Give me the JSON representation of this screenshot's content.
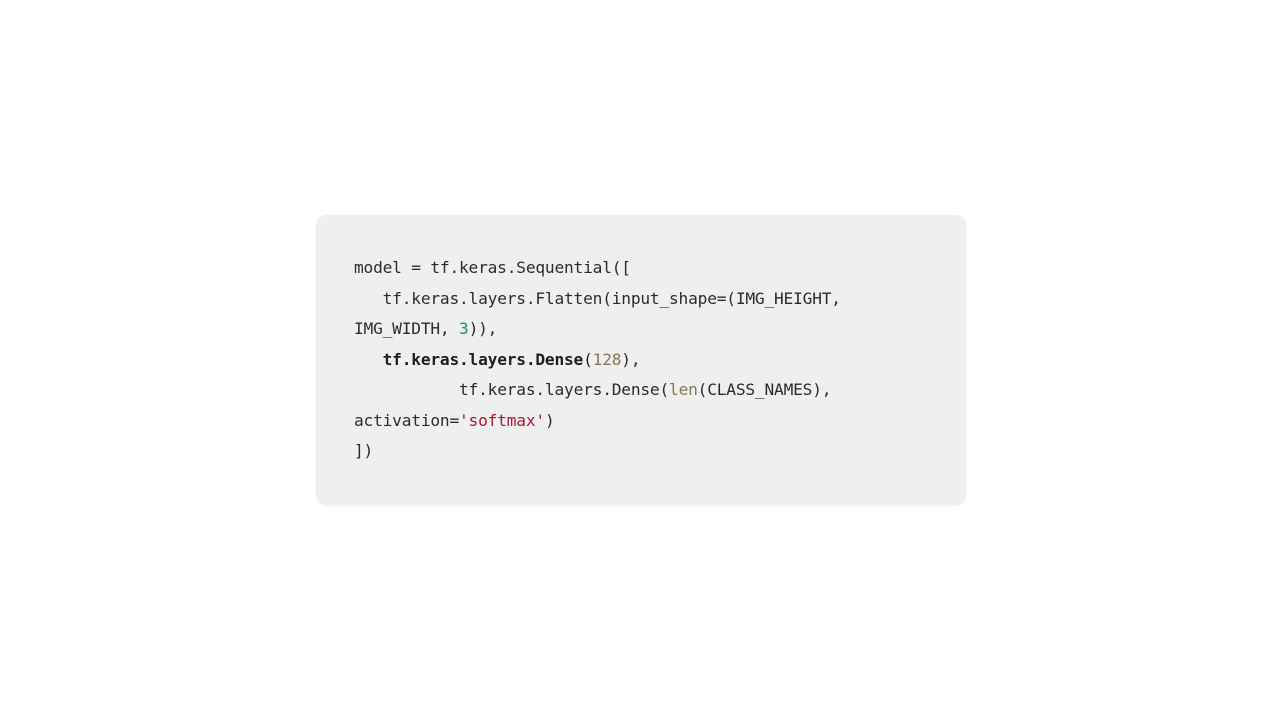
{
  "code_block": {
    "language": "python",
    "lines": [
      {
        "indent": "",
        "parts": [
          {
            "text": "model = tf.keras.Sequential([",
            "style": "plain"
          }
        ]
      },
      {
        "indent": "   ",
        "parts": [
          {
            "text": "tf.keras.layers.Flatten(input_shape=(IMG_HEIGHT,",
            "style": "plain"
          }
        ]
      },
      {
        "indent": "",
        "parts": [
          {
            "text": "IMG_WIDTH, ",
            "style": "plain"
          },
          {
            "text": "3",
            "style": "number"
          },
          {
            "text": ")),",
            "style": "plain"
          }
        ]
      },
      {
        "indent": "   ",
        "parts": [
          {
            "text": "tf.keras.layers.Dense",
            "style": "bold"
          },
          {
            "text": "(",
            "style": "plain"
          },
          {
            "text": "128",
            "style": "number_tan"
          },
          {
            "text": "),",
            "style": "plain"
          }
        ]
      },
      {
        "indent": "           ",
        "parts": [
          {
            "text": "tf.keras.layers.Dense(",
            "style": "plain"
          },
          {
            "text": "len",
            "style": "builtin"
          },
          {
            "text": "(CLASS_NAMES),",
            "style": "plain"
          }
        ]
      },
      {
        "indent": "",
        "parts": [
          {
            "text": "activation=",
            "style": "plain"
          },
          {
            "text": "'softmax'",
            "style": "string"
          },
          {
            "text": ")",
            "style": "plain"
          }
        ]
      },
      {
        "indent": "",
        "parts": [
          {
            "text": "])",
            "style": "plain"
          }
        ]
      }
    ]
  },
  "colors": {
    "background": "#ffffff",
    "card_background": "#eeeff1",
    "text": "#2b2b2b",
    "number_green": "#2e8b57",
    "number_tan": "#8a7550",
    "string_red": "#a31b2f"
  }
}
